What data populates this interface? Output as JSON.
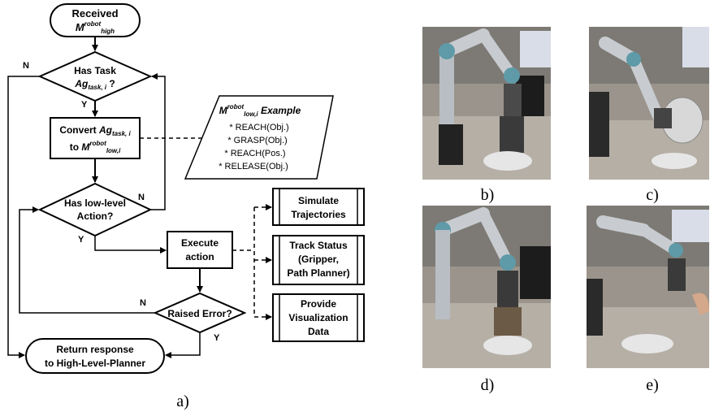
{
  "flowchart": {
    "start": {
      "title": "Received",
      "sym": "M",
      "sup": "robot",
      "sub": "high"
    },
    "has_task": {
      "line1": "Has Task",
      "sym": "Ag",
      "sub": "task, i",
      "tail": " ?"
    },
    "convert": {
      "prefix": "Convert ",
      "sym": "Ag",
      "sub": "task, i",
      "to": "to ",
      "sym2": "M",
      "sup2": "robot",
      "sub2": "low,i"
    },
    "has_low": {
      "line1": "Has low-level",
      "line2": "Action?"
    },
    "execute": {
      "line1": "Execute",
      "line2": "action"
    },
    "raised": {
      "label": "Raised Error?"
    },
    "return_box": {
      "line1": "Return response",
      "line2": "to High-Level-Planner"
    },
    "labels": {
      "n1": "N",
      "y1": "Y",
      "n2": "N",
      "y2": "Y",
      "n3": "N",
      "y3": "Y"
    },
    "example": {
      "sym": "M",
      "sup": "robot",
      "sub": "low,i",
      "title_suffix": " Example",
      "items": [
        "* REACH(Obj.)",
        "* GRASP(Obj.)",
        "* REACH(Pos.)",
        "* RELEASE(Obj.)"
      ]
    },
    "side_boxes": [
      {
        "lines": [
          "Simulate",
          "Trajectories"
        ]
      },
      {
        "lines": [
          "Track Status",
          "(Gripper,",
          "Path Planner)"
        ]
      },
      {
        "lines": [
          "Provide",
          "Visualization",
          "Data"
        ]
      }
    ],
    "caption": "a)"
  },
  "photos": {
    "captions": [
      "b)",
      "c)",
      "d)",
      "e)"
    ]
  }
}
